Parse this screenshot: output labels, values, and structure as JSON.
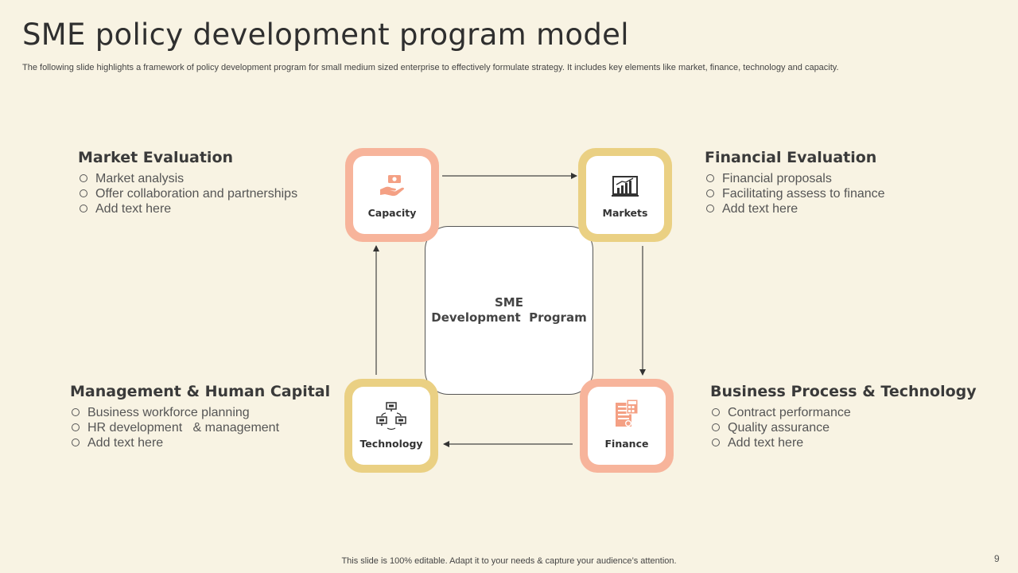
{
  "title": "SME policy development program model",
  "subtitle": "The following slide highlights a framework of policy development program for small medium sized enterprise to effectively formulate strategy. It includes key elements like market, finance, technology and capacity.",
  "center": {
    "line1": "SME",
    "line2": "Development  Program"
  },
  "nodes": {
    "capacity": {
      "label": "Capacity",
      "icon": "hand-money-icon"
    },
    "markets": {
      "label": "Markets",
      "icon": "bar-chart-icon"
    },
    "technology": {
      "label": "Technology",
      "icon": "network-computers-icon"
    },
    "finance": {
      "label": "Finance",
      "icon": "calculator-document-icon"
    }
  },
  "blocks": {
    "market_evaluation": {
      "heading": "Market Evaluation",
      "items": [
        "Market analysis",
        "Offer collaboration and partnerships",
        "Add text here"
      ]
    },
    "financial_evaluation": {
      "heading": "Financial Evaluation",
      "items": [
        "Financial proposals",
        "Facilitating assess to finance",
        "Add text here"
      ]
    },
    "management_capital": {
      "heading": "Management & Human Capital",
      "items": [
        "Business workforce planning",
        "HR development   & management",
        "Add text here"
      ]
    },
    "business_process": {
      "heading": "Business Process & Technology",
      "items": [
        "Contract performance",
        "Quality assurance",
        "Add text here"
      ]
    }
  },
  "colors": {
    "salmon": "#f7b49b",
    "gold": "#ead083",
    "background": "#f8f3e3"
  },
  "footer": "This slide is 100% editable. Adapt it to your needs & capture your audience’s attention.",
  "page_number": "9"
}
